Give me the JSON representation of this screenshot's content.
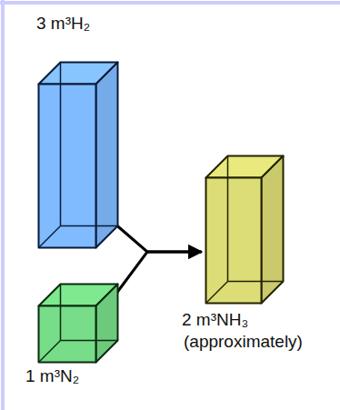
{
  "diagram": {
    "nodes": [
      {
        "text": [
          "3 m³H₂"
        ]
      },
      {
        "text": [
          "1 m³N₂"
        ]
      },
      {
        "text": [
          "2 m³NH₃",
          "(approximately)"
        ]
      }
    ],
    "edges": [
      {
        "from": 0,
        "to": 2,
        "arrow": "to"
      },
      {
        "from": 1,
        "to": 2,
        "arrow": "to"
      }
    ]
  }
}
